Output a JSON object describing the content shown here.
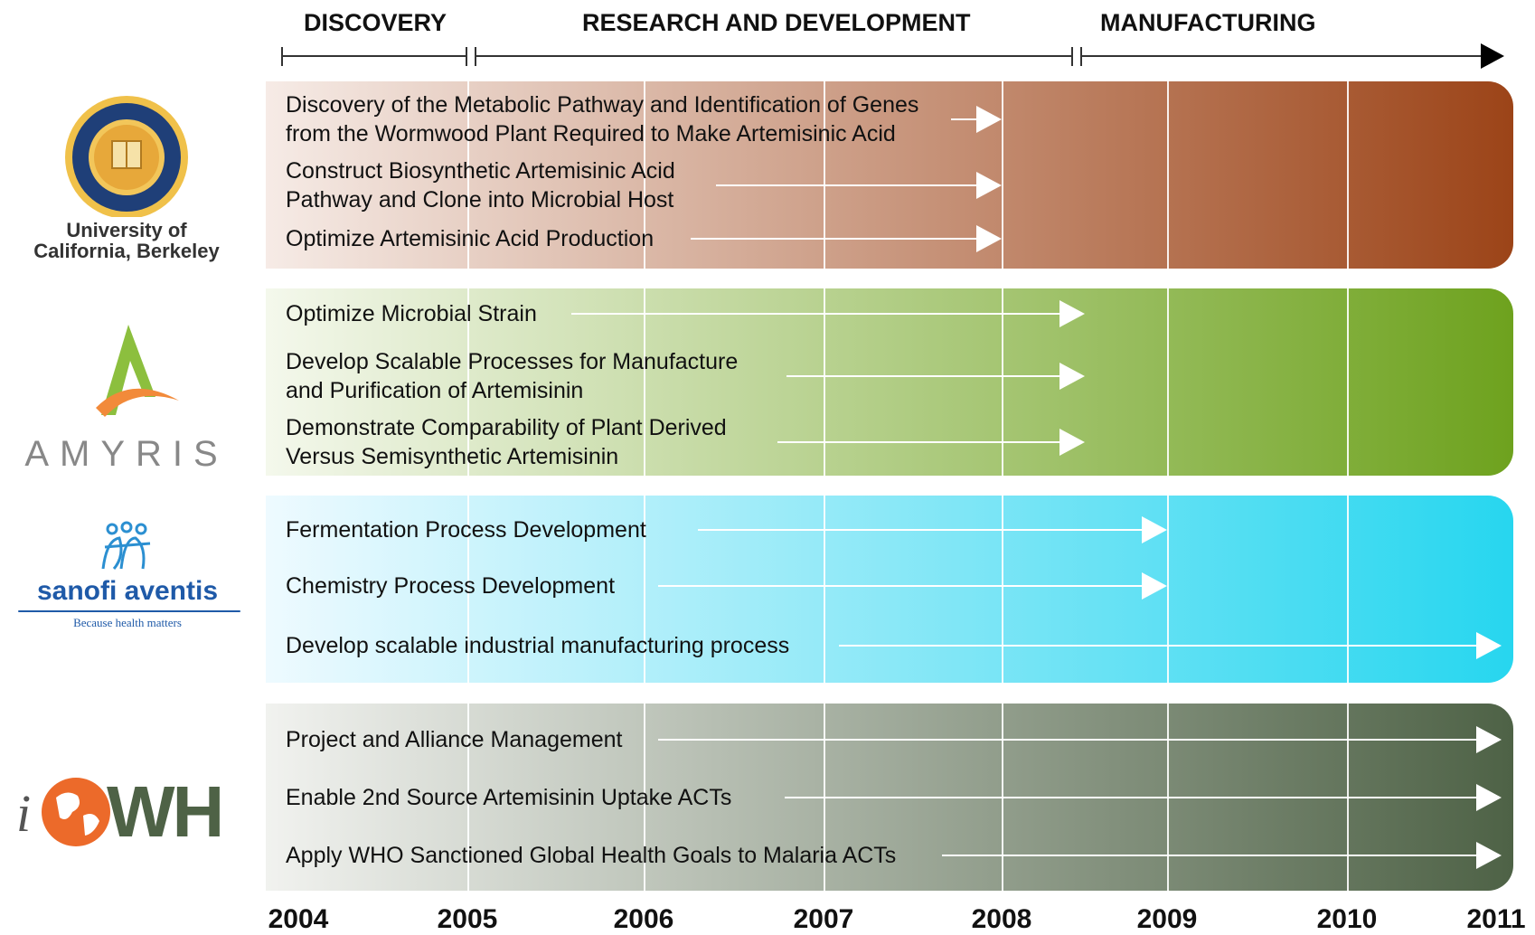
{
  "phases": [
    "DISCOVERY",
    "RESEARCH AND DEVELOPMENT",
    "MANUFACTURING"
  ],
  "years": [
    "2004",
    "2005",
    "2006",
    "2007",
    "2008",
    "2009",
    "2010",
    "2011"
  ],
  "logos": {
    "ucb": {
      "line1": "University of",
      "line2": "California, Berkeley"
    },
    "amyris": {
      "name": "AMYRIS"
    },
    "sanofi": {
      "name": "sanofi aventis",
      "tagline": "Because health matters"
    },
    "iowh": {
      "i": "i",
      "wh": "WH"
    }
  },
  "panels": [
    {
      "org": "University of California, Berkeley",
      "color_start": "#f6ebe6",
      "color_end": "#9c4418",
      "tasks": [
        {
          "lines": [
            "Discovery of the Metabolic Pathway and Identification of Genes",
            "from the Wormwood Plant Required to Make Artemisinic Acid"
          ],
          "end_year": 2008
        },
        {
          "lines": [
            "Construct Biosynthetic Artemisinic Acid",
            "Pathway and Clone into Microbial Host"
          ],
          "end_year": 2008
        },
        {
          "lines": [
            "Optimize Artemisinic Acid Production"
          ],
          "end_year": 2008
        }
      ]
    },
    {
      "org": "Amyris",
      "color_start": "#f4f8ec",
      "color_end": "#6ea21e",
      "tasks": [
        {
          "lines": [
            "Optimize Microbial Strain"
          ],
          "end_year": 2008.5
        },
        {
          "lines": [
            "Develop Scalable Processes for Manufacture",
            "and Purification of Artemisinin"
          ],
          "end_year": 2008.5
        },
        {
          "lines": [
            "Demonstrate Comparability of Plant Derived",
            "Versus Semisynthetic Artemisinin"
          ],
          "end_year": 2008.5
        }
      ]
    },
    {
      "org": "sanofi aventis",
      "color_start": "#eefaff",
      "color_end": "#27d6ef",
      "tasks": [
        {
          "lines": [
            "Fermentation Process Development"
          ],
          "end_year": 2009
        },
        {
          "lines": [
            "Chemistry Process Development"
          ],
          "end_year": 2009
        },
        {
          "lines": [
            "Develop scalable industrial manufacturing process"
          ],
          "end_year": 2011
        }
      ]
    },
    {
      "org": "iOWH",
      "color_start": "#f1f2ef",
      "color_end": "#4e6246",
      "tasks": [
        {
          "lines": [
            "Project and Alliance Management"
          ],
          "end_year": 2011
        },
        {
          "lines": [
            "Enable 2nd Source Artemisinin Uptake ACTs"
          ],
          "end_year": 2011
        },
        {
          "lines": [
            "Apply WHO Sanctioned Global Health Goals to Malaria ACTs"
          ],
          "end_year": 2011
        }
      ]
    }
  ]
}
